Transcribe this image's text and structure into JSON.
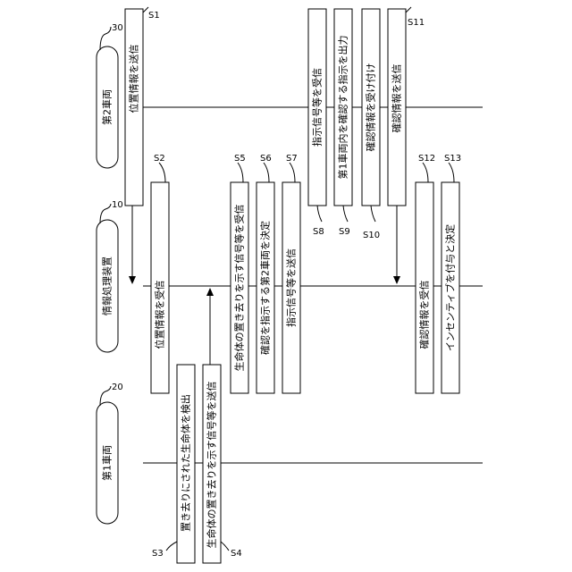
{
  "lanes": {
    "vehicle2": {
      "label": "第2車両",
      "ref": "30"
    },
    "server": {
      "label": "情報処理装置",
      "ref": "10"
    },
    "vehicle1": {
      "label": "第1車両",
      "ref": "20"
    }
  },
  "steps": {
    "s1": {
      "id": "S1",
      "text": "位置情報を送信"
    },
    "s2": {
      "id": "S2",
      "text": "位置情報を受信"
    },
    "s3": {
      "id": "S3",
      "text": "置き去りにされた生命体を検出"
    },
    "s4": {
      "id": "S4",
      "text": "生命体の置き去りを示す信号等を送信"
    },
    "s5": {
      "id": "S5",
      "text": "生命体の置き去りを示す信号等を受信"
    },
    "s6": {
      "id": "S6",
      "text": "確認を指示する第2車両を決定"
    },
    "s7": {
      "id": "S7",
      "text": "指示信号等を送信"
    },
    "s8": {
      "id": "S8",
      "text": "指示信号等を受信"
    },
    "s9": {
      "id": "S9",
      "text": "第1車両内を確認する指示を出力"
    },
    "s10": {
      "id": "S10",
      "text": "確認情報を受け付け"
    },
    "s11": {
      "id": "S11",
      "text": "確認情報を送信"
    },
    "s12": {
      "id": "S12",
      "text": "確認情報を受信"
    },
    "s13": {
      "id": "S13",
      "text": "インセンティブを付与と決定"
    }
  }
}
